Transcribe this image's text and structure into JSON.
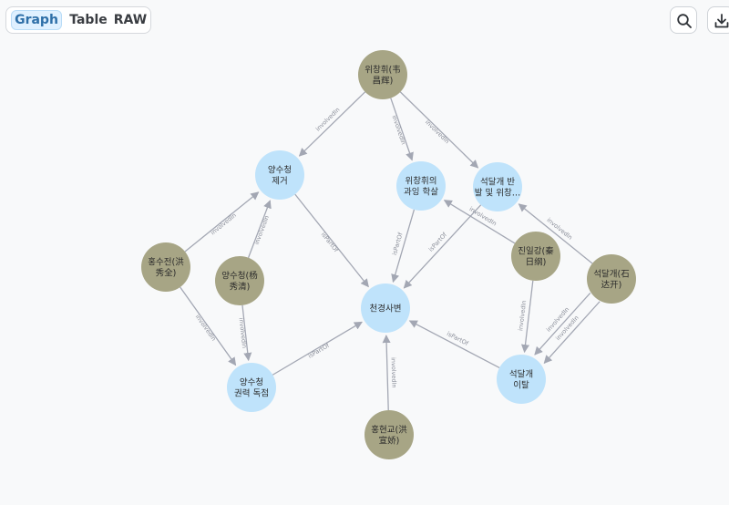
{
  "tabs": [
    {
      "label": "Graph",
      "active": true
    },
    {
      "label": "Table",
      "active": false
    },
    {
      "label": "RAW",
      "active": false
    }
  ],
  "toolbar": {
    "search_icon": "search-icon",
    "download_icon": "download-icon"
  },
  "colors": {
    "person": "#a7a585",
    "event": "#bfe3fb",
    "edge": "#a3a7b3",
    "active_tab": "#dff0ff"
  },
  "graph": {
    "nodes": [
      {
        "id": "weichanghui",
        "lines": [
          "위창휘(韦",
          "昌辉)"
        ],
        "type": "person"
      },
      {
        "id": "remove_yang",
        "lines": [
          "양수청",
          "제거"
        ],
        "type": "event"
      },
      {
        "id": "wei_massacre",
        "lines": [
          "위창휘의",
          "과잉 학살"
        ],
        "type": "event"
      },
      {
        "id": "shi_revolt",
        "lines": [
          "석달개 반",
          "발 및 위창…"
        ],
        "type": "event"
      },
      {
        "id": "hong_xiuquan",
        "lines": [
          "홍수전(洪",
          "秀全)"
        ],
        "type": "person"
      },
      {
        "id": "yang_xiuqing",
        "lines": [
          "양수청(杨",
          "秀清)"
        ],
        "type": "person"
      },
      {
        "id": "tianjing",
        "lines": [
          "천경사변"
        ],
        "type": "event"
      },
      {
        "id": "qin_rigang",
        "lines": [
          "진일강(秦",
          "日纲)"
        ],
        "type": "person"
      },
      {
        "id": "shi_dakai",
        "lines": [
          "석달개(石",
          "达开)"
        ],
        "type": "person"
      },
      {
        "id": "yang_power",
        "lines": [
          "양수청",
          "권력 독점"
        ],
        "type": "event"
      },
      {
        "id": "shi_leave",
        "lines": [
          "석달개",
          "이탈"
        ],
        "type": "event"
      },
      {
        "id": "hong_xuanjiao",
        "lines": [
          "홍현교(洪",
          "宣娇)"
        ],
        "type": "person"
      }
    ],
    "edges": [
      {
        "from": "weichanghui",
        "to": "remove_yang",
        "label": "involvedIn"
      },
      {
        "from": "weichanghui",
        "to": "wei_massacre",
        "label": "involvedIn"
      },
      {
        "from": "weichanghui",
        "to": "shi_revolt",
        "label": "involvedIn"
      },
      {
        "from": "hong_xiuquan",
        "to": "remove_yang",
        "label": "involvedIn"
      },
      {
        "from": "yang_xiuqing",
        "to": "remove_yang",
        "label": "involvedIn"
      },
      {
        "from": "hong_xiuquan",
        "to": "yang_power",
        "label": "involvedIn"
      },
      {
        "from": "yang_xiuqing",
        "to": "yang_power",
        "label": "involvedIn"
      },
      {
        "from": "remove_yang",
        "to": "tianjing",
        "label": "isPartOf"
      },
      {
        "from": "wei_massacre",
        "to": "tianjing",
        "label": "isPartOf"
      },
      {
        "from": "shi_revolt",
        "to": "tianjing",
        "label": "isPartOf"
      },
      {
        "from": "yang_power",
        "to": "tianjing",
        "label": "isPartOf"
      },
      {
        "from": "shi_leave",
        "to": "tianjing",
        "label": "isPartOf"
      },
      {
        "from": "qin_rigang",
        "to": "wei_massacre",
        "label": "involvedIn"
      },
      {
        "from": "qin_rigang",
        "to": "shi_leave",
        "label": "involvedIn"
      },
      {
        "from": "shi_dakai",
        "to": "shi_revolt",
        "label": "involvedIn"
      },
      {
        "from": "shi_dakai",
        "to": "shi_leave",
        "label": "involvedIn"
      },
      {
        "from": "shi_dakai",
        "to": "shi_leave",
        "label": "involvedIn"
      },
      {
        "from": "hong_xuanjiao",
        "to": "tianjing",
        "label": "involvedIn"
      }
    ]
  }
}
